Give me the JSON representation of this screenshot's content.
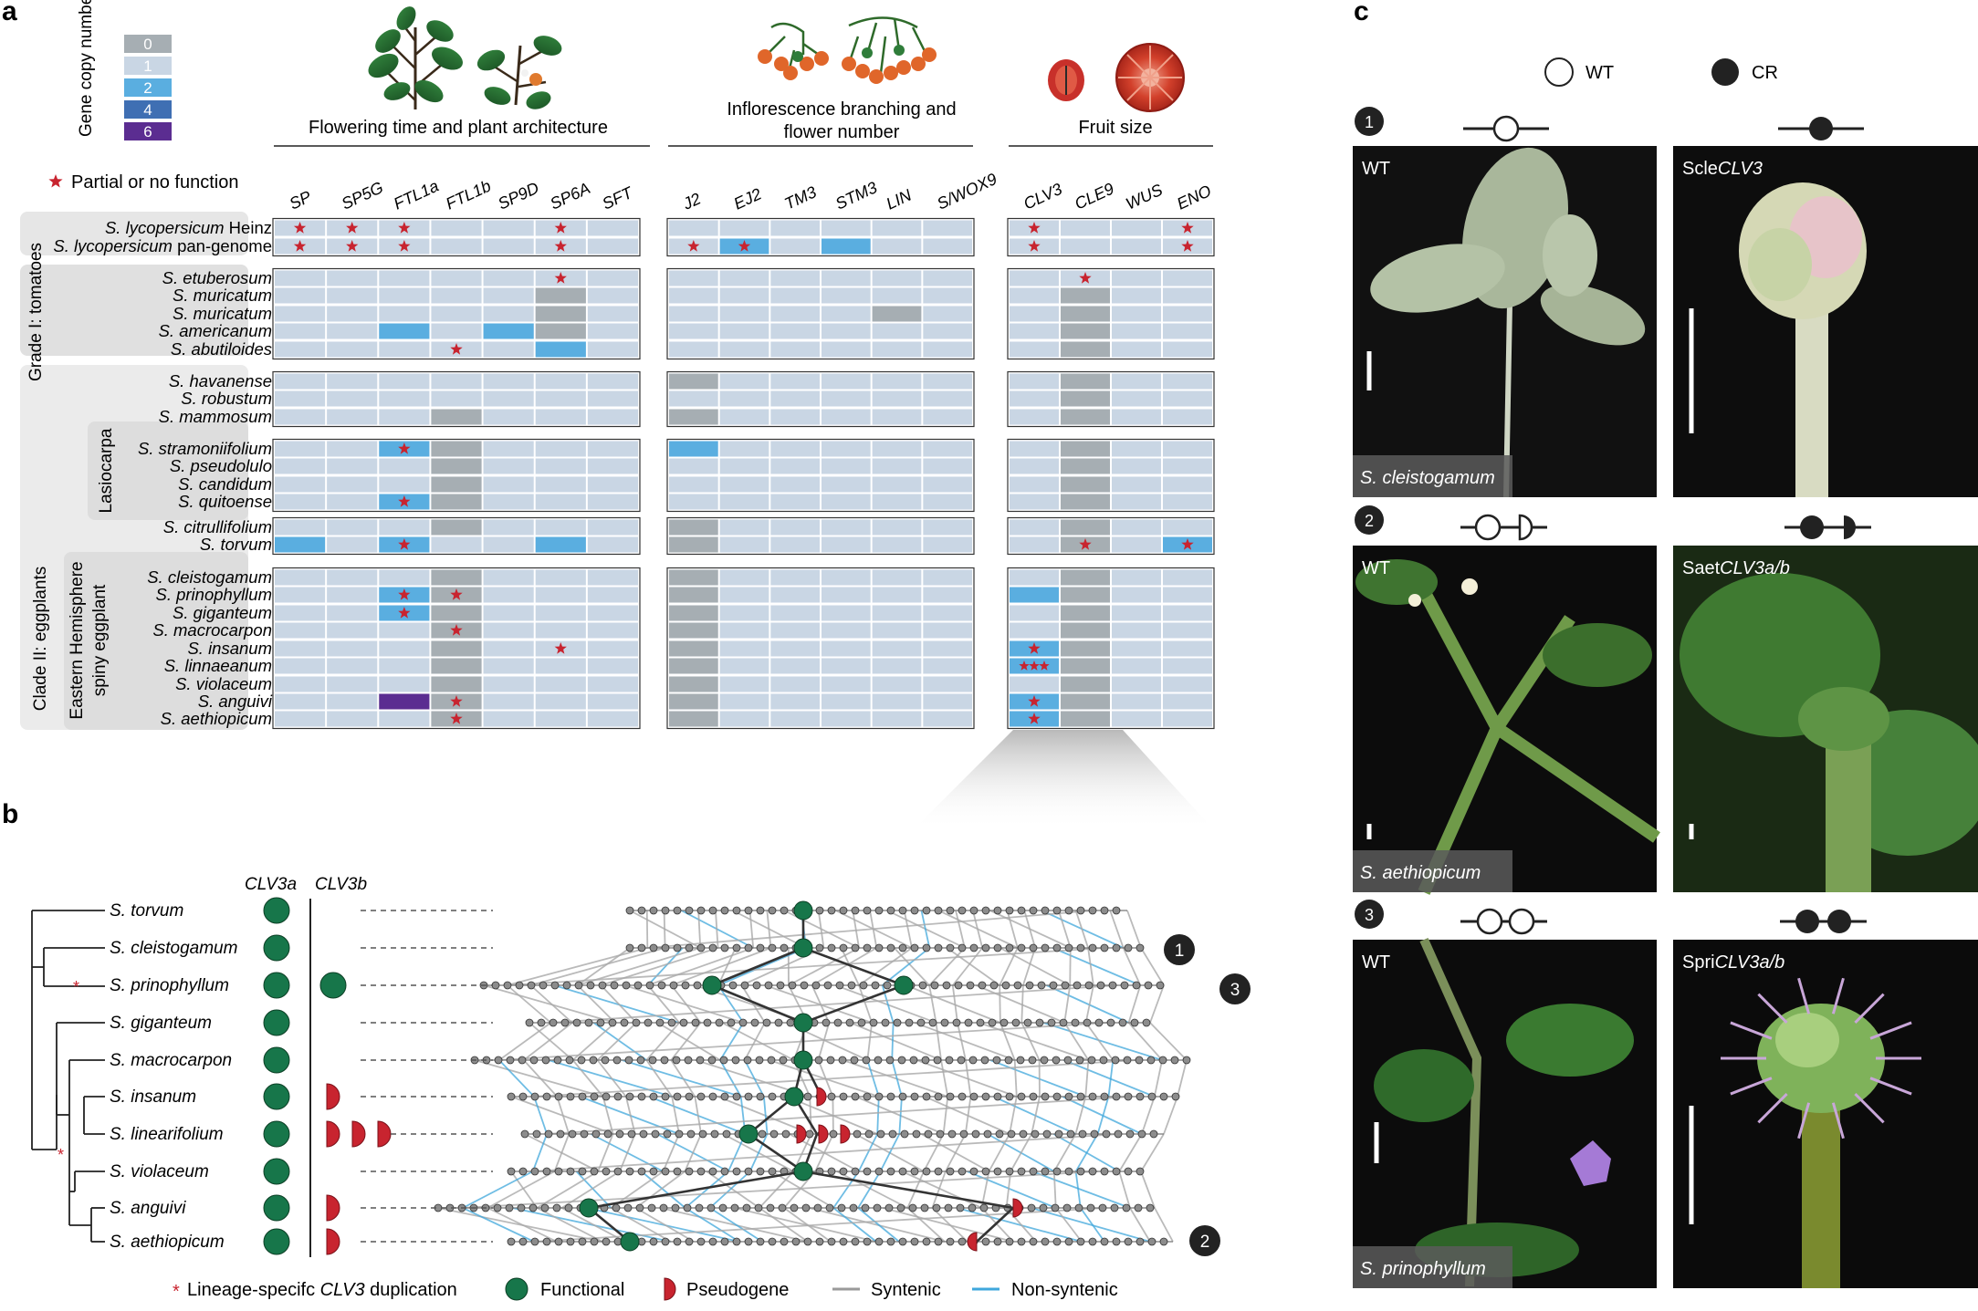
{
  "panel_labels": {
    "a": "a",
    "b": "b",
    "c": "c"
  },
  "legend_copy": {
    "title": "Gene copy number",
    "values": [
      "0",
      "1",
      "2",
      "4",
      "6"
    ],
    "colors": [
      "#a6aeb3",
      "#c9d6e4",
      "#5aaee0",
      "#3f6fb3",
      "#5b2d91"
    ]
  },
  "partial_label": "Partial or no function",
  "groups": [
    {
      "title": "Flowering time and plant architecture",
      "genes": [
        "SP",
        "SP5G",
        "FTL1a",
        "FTL1b",
        "SP9D",
        "SP6A",
        "SFT"
      ]
    },
    {
      "title_line1": "Inflorescence branching and",
      "title_line2": "flower number",
      "genes": [
        "J2",
        "EJ2",
        "TM3",
        "STM3",
        "LIN",
        "S/WOX9"
      ]
    },
    {
      "title": "Fruit size",
      "genes": [
        "CLV3",
        "CLE9",
        "WUS",
        "ENO"
      ]
    }
  ],
  "clades": {
    "grade1": "Grade I: tomatoes",
    "clade2": "Clade II: eggplants",
    "lasiocarpa": "Lasiocarpa",
    "eastern": "Eastern Hemisphere spiny eggplant"
  },
  "species_rows": [
    {
      "id": 0,
      "name": "S. lycopersicum",
      "suffix": " Heinz"
    },
    {
      "id": 1,
      "name": "S. lycopersicum",
      "suffix": " pan-genome"
    },
    {
      "id": 2,
      "name": "S. etuberosum"
    },
    {
      "id": 3,
      "name": "S. muricatum"
    },
    {
      "id": 4,
      "name": "S. muricatum"
    },
    {
      "id": 5,
      "name": "S. americanum"
    },
    {
      "id": 6,
      "name": "S. abutiloides"
    },
    {
      "id": 7,
      "name": "S. havanense"
    },
    {
      "id": 8,
      "name": "S. robustum"
    },
    {
      "id": 9,
      "name": "S. mammosum"
    },
    {
      "id": 10,
      "name": "S. stramoniifolium"
    },
    {
      "id": 11,
      "name": "S. pseudolulo"
    },
    {
      "id": 12,
      "name": "S. candidum"
    },
    {
      "id": 13,
      "name": "S. quitoense"
    },
    {
      "id": 14,
      "name": "S. citrullifolium"
    },
    {
      "id": 15,
      "name": "S. torvum"
    },
    {
      "id": 16,
      "name": "S. cleistogamum"
    },
    {
      "id": 17,
      "name": "S. prinophyllum"
    },
    {
      "id": 18,
      "name": "S. giganteum"
    },
    {
      "id": 19,
      "name": "S. macrocarpon"
    },
    {
      "id": 20,
      "name": "S. insanum"
    },
    {
      "id": 21,
      "name": "S. linnaeanum"
    },
    {
      "id": 22,
      "name": "S. violaceum"
    },
    {
      "id": 23,
      "name": "S. anguivi"
    },
    {
      "id": 24,
      "name": "S. aethiopicum"
    }
  ],
  "panel_b": {
    "col_headers": [
      "CLV3a",
      "CLV3b"
    ],
    "species": [
      "S. torvum",
      "S. cleistogamum",
      "S. prinophyllum",
      "S. giganteum",
      "S. macrocarpon",
      "S. insanum",
      "S. linearifolium",
      "S. violaceum",
      "S. anguivi",
      "S. aethiopicum"
    ],
    "markers": [
      "1",
      "3",
      "2"
    ],
    "legend": {
      "dup_pre": "Lineage-specifc ",
      "dup_it": "CLV3",
      "dup_post": " duplication",
      "functional": "Functional",
      "pseudogene": "Pseudogene",
      "syntenic": "Syntenic",
      "nonsyntenic": "Non-syntenic"
    },
    "colors": {
      "functional": "#17764a",
      "pseudogene": "#c8242f",
      "syntenic": "#9a9a9a",
      "nonsyntenic": "#3fa7dc"
    }
  },
  "panel_c": {
    "legend_wt": "WT",
    "legend_cr": "CR",
    "rows": [
      {
        "num": "1",
        "left_tag": "WT",
        "right_pre": "Scle",
        "right_it": "CLV3",
        "species": "S. cleistogamum"
      },
      {
        "num": "2",
        "left_tag": "WT",
        "right_pre": "Saet",
        "right_it": "CLV3a/b",
        "species": "S. aethiopicum"
      },
      {
        "num": "3",
        "left_tag": "WT",
        "right_pre": "Spri",
        "right_it": "CLV3a/b",
        "species": "S. prinophyllum"
      }
    ]
  }
}
